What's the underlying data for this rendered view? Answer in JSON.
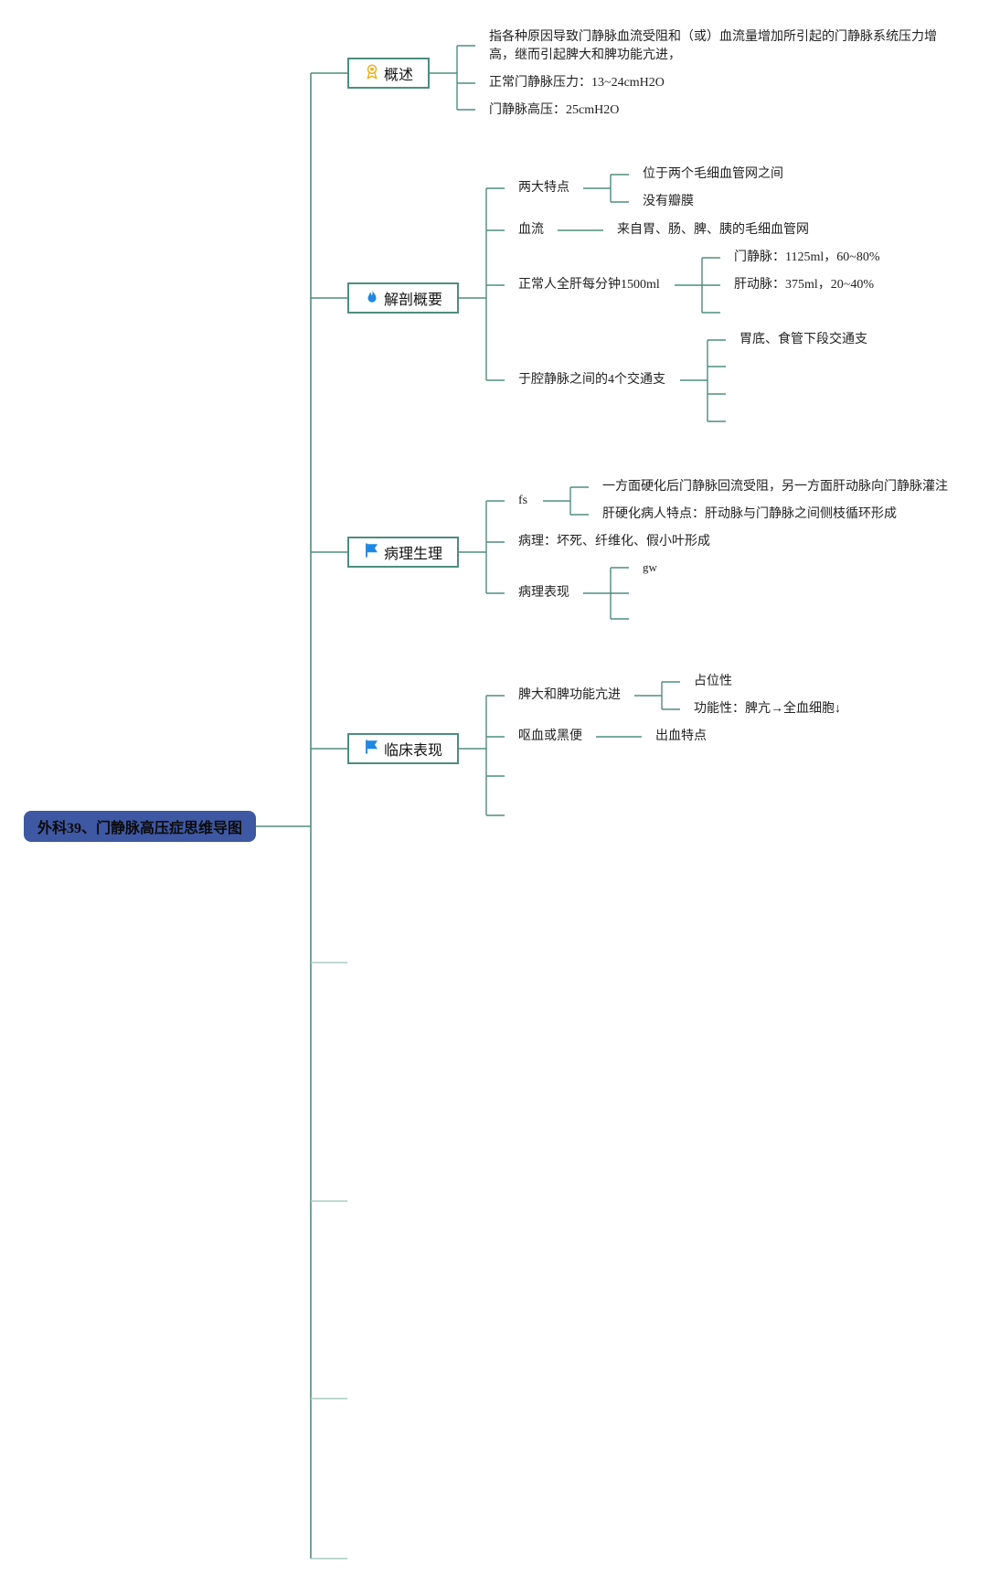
{
  "root": {
    "title": "外科39、门静脉高压症思维导图"
  },
  "sections": [
    {
      "label": "概述",
      "icon": "award-ribbon-icon",
      "items": [
        "指各种原因导致门静脉血流受阻和（或）血流量增加所引起的门静脉系统压力增高，继而引起脾大和脾功能亢进，",
        "正常门静脉压力：13~24cmH2O",
        "门静脉高压：25cmH2O"
      ]
    },
    {
      "label": "解剖概要",
      "icon": "flame-icon",
      "items": [
        {
          "label": "两大特点",
          "children": [
            "位于两个毛细血管网之间",
            "没有瓣膜"
          ]
        },
        {
          "label": "血流",
          "children": [
            "来自胃、肠、脾、胰的毛细血管网"
          ]
        },
        {
          "label": "正常人全肝每分钟1500ml",
          "children": [
            "门静脉：1125ml，60~80%",
            "肝动脉：375ml，20~40%"
          ]
        },
        {
          "label": "于腔静脉之间的4个交通支",
          "children": [
            "胃底、食管下段交通支",
            "",
            "",
            ""
          ]
        }
      ]
    },
    {
      "label": "病理生理",
      "icon": "flag-icon",
      "items": [
        {
          "label": "fs",
          "children": [
            "一方面硬化后门静脉回流受阻，另一方面肝动脉向门静脉灌注",
            "肝硬化病人特点：肝动脉与门静脉之间侧枝循环形成"
          ]
        },
        {
          "label": "病理：坏死、纤维化、假小叶形成"
        },
        {
          "label": "病理表现",
          "children": [
            "gw",
            "",
            ""
          ]
        }
      ]
    },
    {
      "label": "临床表现",
      "icon": "flag-icon",
      "items": [
        {
          "label": "脾大和脾功能亢进",
          "children": [
            "占位性",
            "功能性：脾亢→全血细胞↓"
          ]
        },
        {
          "label": "呕血或黑便",
          "children": [
            "出血特点"
          ]
        },
        {
          "label": ""
        },
        {
          "label": ""
        }
      ]
    }
  ],
  "colors": {
    "root_fill": "#3f58a3",
    "line": "#4e8d7c",
    "line_light": "#a9cbc0",
    "icon_blue": "#1e88e5",
    "icon_gold": "#e8b21e"
  }
}
